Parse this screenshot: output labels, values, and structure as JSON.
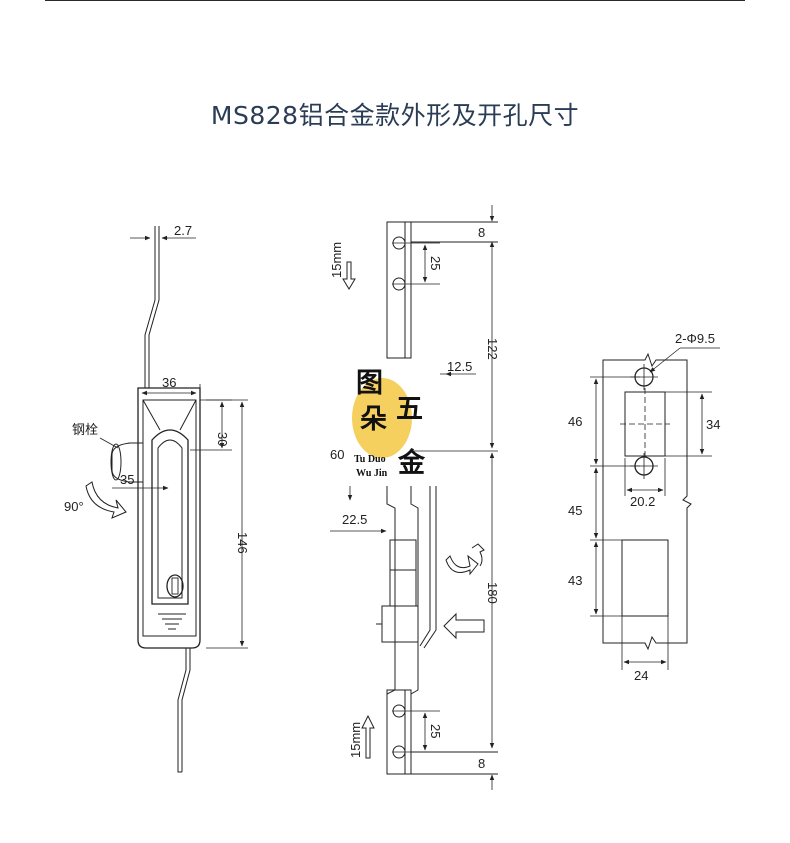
{
  "title": "MS828铝合金款外形及开孔尺寸",
  "colors": {
    "title": "#2a3d55",
    "line": "#222222",
    "watermark_bg": "#f5c842"
  },
  "watermark": {
    "line1": "图",
    "line2a": "朵",
    "line2b": "五",
    "line3": "金",
    "en1": "Tu Duo",
    "en2": "Wu Jin"
  },
  "left_view": {
    "dim_rod": "2.7",
    "dim_width": "36",
    "dim_30": "30",
    "dim_35": "35",
    "dim_146": "146",
    "label_steel_pin": "钢栓",
    "label_angle": "90°"
  },
  "middle_view": {
    "dim_top8": "8",
    "dim_top25": "25",
    "dim_top_stroke": "15mm",
    "dim_122": "122",
    "dim_12_5": "12.5",
    "dim_60": "60",
    "dim_22_5": "22.5",
    "dim_180": "180",
    "dim_bot25": "25",
    "dim_bot_stroke": "15mm",
    "dim_bot8": "8"
  },
  "right_view": {
    "dim_holes": "2-Φ9.5",
    "dim_46": "46",
    "dim_34": "34",
    "dim_20_2": "20.2",
    "dim_45": "45",
    "dim_43": "43",
    "dim_24": "24"
  }
}
